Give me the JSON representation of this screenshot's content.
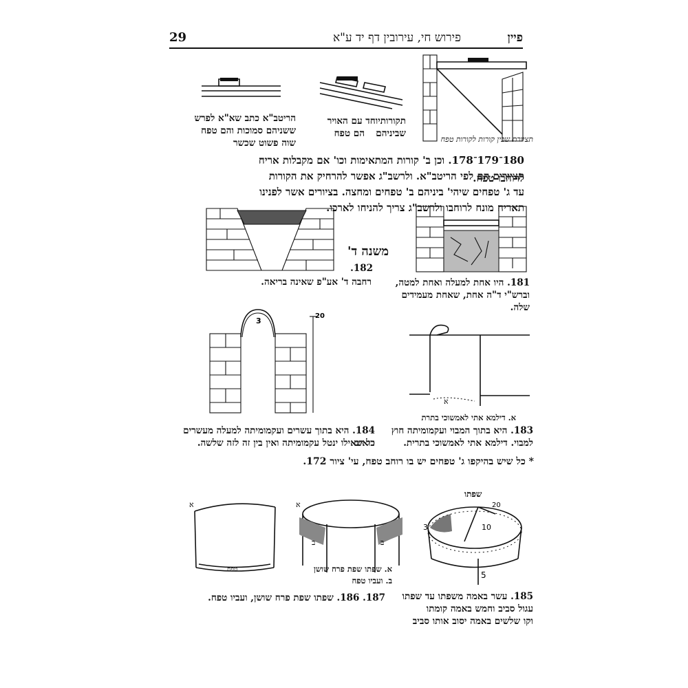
{
  "header": {
    "page_number": "29",
    "running_title": "פירוש חי, עירובין דף יד ע\"א",
    "label": "פיין"
  },
  "fig_top": {
    "caption_right": "תציורת שבין קורות לקורות טפח",
    "caption_middle": [
      "תקורותיוחד עם האויר שביניהם",
      "הם טפח"
    ],
    "caption_left": [
      "הריטב\"א כתב שא\"א לפרש",
      "ששניהם סמוכות והם טפח",
      "שוה פשוט שכשר"
    ]
  },
  "paragraph": [
    "180־179־178. וכן ב' קורות המתאימות וכו' אם מקבלות אריח לרוחבו טפח.",
    "תציורים הם לפי הריטב\"א. ולרשב\"ג אפשר להרחיק את הקורות",
    "עד ג' טפחים שיהי' ביניהם ב' טפחים ומחצה. בציורים אשר לפנינו",
    "תאריח מונח לרוחבו ולרשב\"ג צריך להניחו לארכו."
  ],
  "fig_181": {
    "caption": [
      "181. היו אחת למעלה ואחת למטה,",
      "וברש\"י ד\"ה אחת, שאחת מעמידים שלה."
    ]
  },
  "fig_182": {
    "heading": "משנה ד'",
    "number": "182.",
    "caption": "רחבה ד' אע\"פ שאינה בריאה."
  },
  "fig_183": {
    "inner_label": "א",
    "sub_label": "א. דילמא אתי לאמשוכי בתרת",
    "caption": [
      "183. היא בתוך המבוי ועקמומיתה חוץ",
      "למבוי. דילמא אתי לאמשוכי בתרית."
    ]
  },
  "fig_184": {
    "label_top": "20",
    "label_arch": "3",
    "caption": [
      "184. היא בתוך עשרים ועקמומיתה למעלה מעשרים רואים",
      "כל שאילו ינטל עקמומיתה ואין בין זה לזה שלשה."
    ]
  },
  "footnote": "* כל שיש בהיקפו ג' טפחים יש בו רוחב טפח, עי' ציור 172.",
  "fig_185": {
    "label_top": "שפתו",
    "label_20": "20",
    "label_10": "10",
    "label_3": "3",
    "label_5": "5",
    "caption": [
      "185. עשר באמה משפתו עד שפתו",
      "עגול סביב וחמש באמה קומתו",
      "וקו שלשים באמה יסוב אותו סביב"
    ]
  },
  "fig_186": {
    "label_a": "א",
    "label_b": "ב",
    "sub_a": "א. שפתו שפת פרח שושן",
    "sub_b": "ב. ועביו טפח"
  },
  "fig_187": {
    "label_a": "א",
    "base_label": "טפח"
  },
  "caption_186_187": "187. 186. שפתו שפת פרח שושן, ועביו טפח."
}
